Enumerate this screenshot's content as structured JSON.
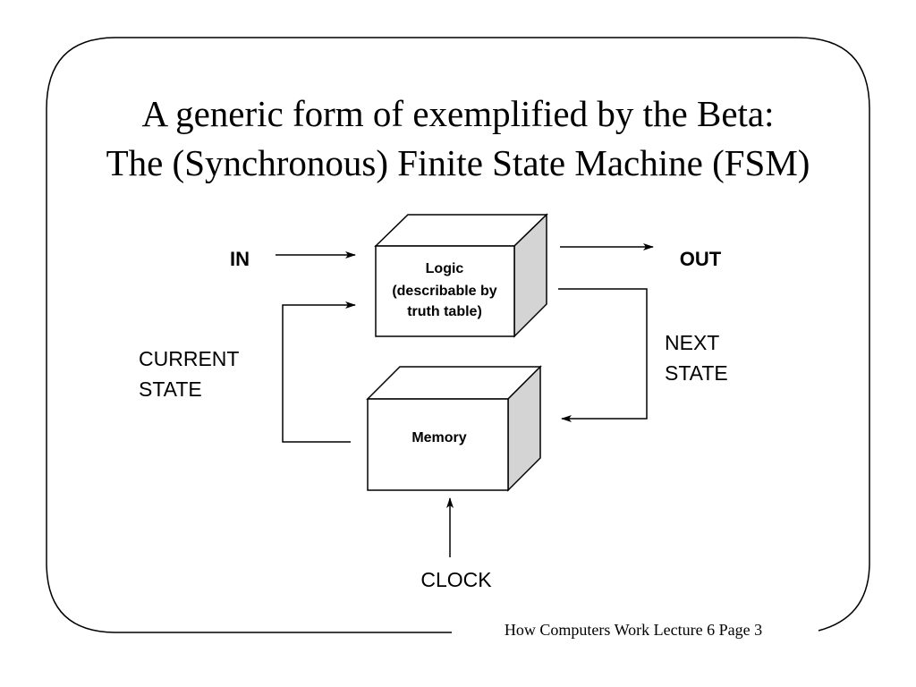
{
  "title": {
    "line1": "A generic form of exemplified by the Beta:",
    "line2": "The (Synchronous) Finite State Machine (FSM)"
  },
  "diagram": {
    "logic_box": {
      "line1": "Logic",
      "line2": "(describable by",
      "line3": "truth table)"
    },
    "memory_box": {
      "label": "Memory"
    },
    "labels": {
      "in": "IN",
      "out": "OUT",
      "current_state_line1": "CURRENT",
      "current_state_line2": "STATE",
      "next_state_line1": "NEXT",
      "next_state_line2": "STATE",
      "clock": "CLOCK"
    }
  },
  "footer": {
    "text": "How Computers Work Lecture 6 Page 3"
  },
  "colors": {
    "box_side_fill": "#d4d4d4",
    "stroke": "#000000",
    "background": "#ffffff"
  }
}
